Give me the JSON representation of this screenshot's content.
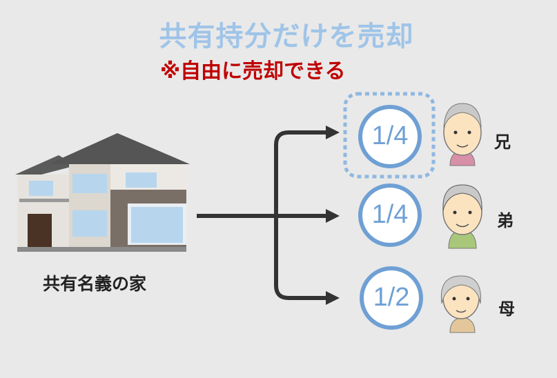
{
  "title": "共有持分だけを売却",
  "subtitle": "※自由に売却できる",
  "house_label": "共有名義の家",
  "owners": [
    {
      "share": "1/4",
      "label": "兄",
      "highlighted": true,
      "shirt_color": "#d88fa8"
    },
    {
      "share": "1/4",
      "label": "弟",
      "highlighted": false,
      "shirt_color": "#a9c77a"
    },
    {
      "share": "1/2",
      "label": "母",
      "highlighted": false,
      "shirt_color": "#e3c79a"
    }
  ],
  "colors": {
    "title": "#9fc4e8",
    "subtitle": "#c00000",
    "circle": "#6fa0d4",
    "arrow": "#333333"
  }
}
